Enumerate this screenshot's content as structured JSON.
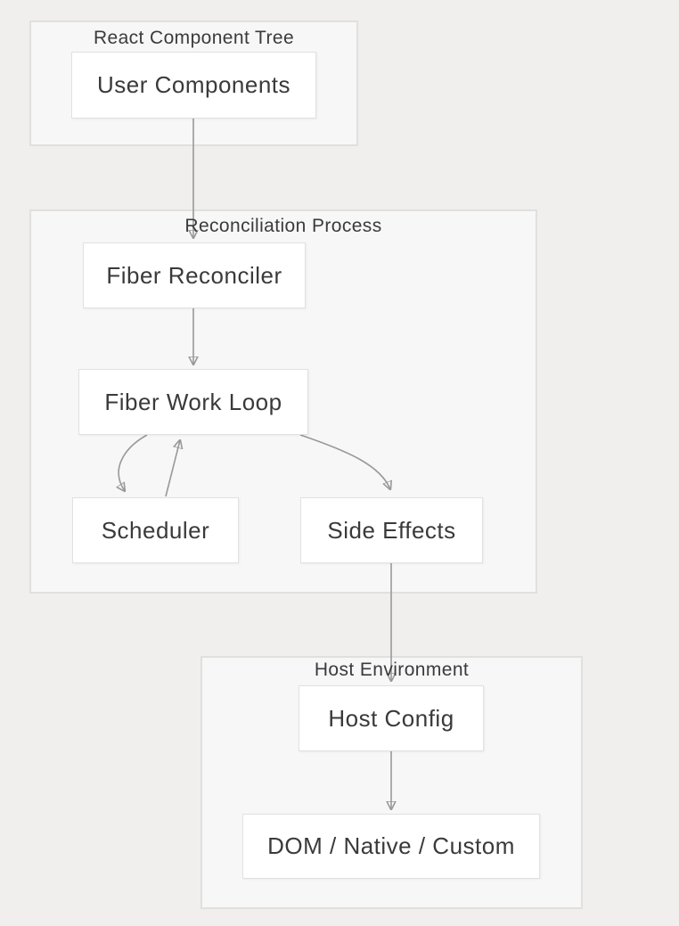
{
  "diagram": {
    "type": "flowchart",
    "direction": "top-down",
    "groups": [
      {
        "title": "React Component Tree",
        "nodes": [
          {
            "label": "User Components"
          }
        ]
      },
      {
        "title": "Reconciliation Process",
        "nodes": [
          {
            "label": "Fiber Reconciler"
          },
          {
            "label": "Fiber Work Loop"
          },
          {
            "label": "Scheduler"
          },
          {
            "label": "Side Effects"
          }
        ]
      },
      {
        "title": "Host Environment",
        "nodes": [
          {
            "label": "Host Config"
          },
          {
            "label": "DOM / Native / Custom"
          }
        ]
      }
    ],
    "edges": [
      {
        "from": "User Components",
        "to": "Fiber Reconciler"
      },
      {
        "from": "Fiber Reconciler",
        "to": "Fiber Work Loop"
      },
      {
        "from": "Fiber Work Loop",
        "to": "Scheduler"
      },
      {
        "from": "Scheduler",
        "to": "Fiber Work Loop"
      },
      {
        "from": "Fiber Work Loop",
        "to": "Side Effects"
      },
      {
        "from": "Side Effects",
        "to": "Host Config"
      },
      {
        "from": "Host Config",
        "to": "DOM / Native / Custom"
      }
    ],
    "colors": {
      "page_background": "#f0efed",
      "group_fill": "#f7f7f7",
      "group_border": "#e2e0dd",
      "node_fill": "#ffffff",
      "node_border": "#e2e1df",
      "text": "#3a3a3a",
      "arrow": "#999999"
    }
  }
}
